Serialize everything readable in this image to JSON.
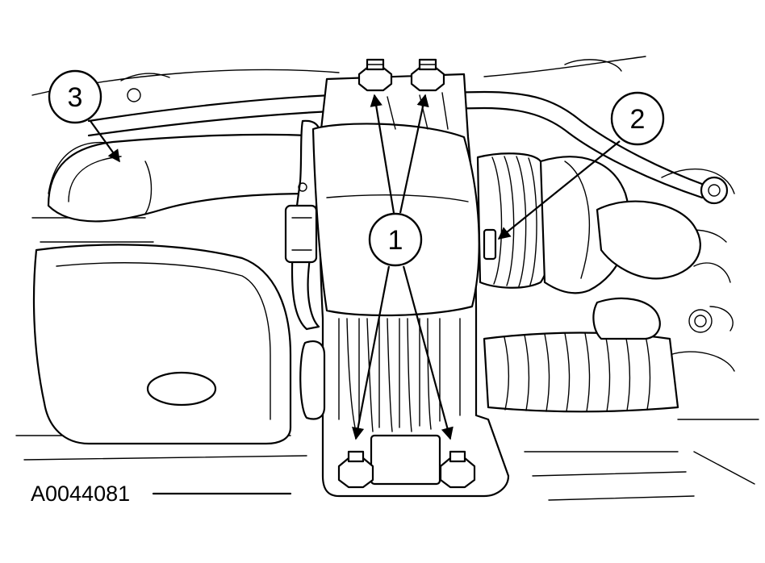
{
  "figure": {
    "reference_code": "A0044081",
    "callouts": [
      {
        "id": "1",
        "label": "1"
      },
      {
        "id": "2",
        "label": "2"
      },
      {
        "id": "3",
        "label": "3"
      }
    ]
  }
}
